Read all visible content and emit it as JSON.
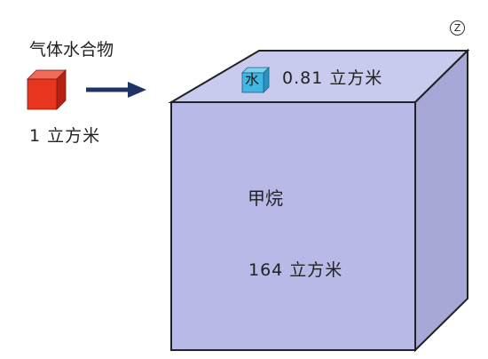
{
  "labels": {
    "hydrate": "气体水合物",
    "hydrate_volume": "1 立方米",
    "water_cube": "水",
    "water_volume": "0.81 立方米",
    "methane": "甲烷",
    "methane_volume": "164 立方米",
    "zoom_badge": "Z"
  },
  "colors": {
    "hydrate_cube_front": "#e8351f",
    "hydrate_cube_top": "#f36a55",
    "hydrate_cube_side": "#b9200f",
    "arrow": "#1f3366",
    "big_cube_front": "#b8b9e6",
    "big_cube_top": "#c9cbee",
    "big_cube_side": "#a7a8d8",
    "water_cube": "#41b8e4"
  }
}
